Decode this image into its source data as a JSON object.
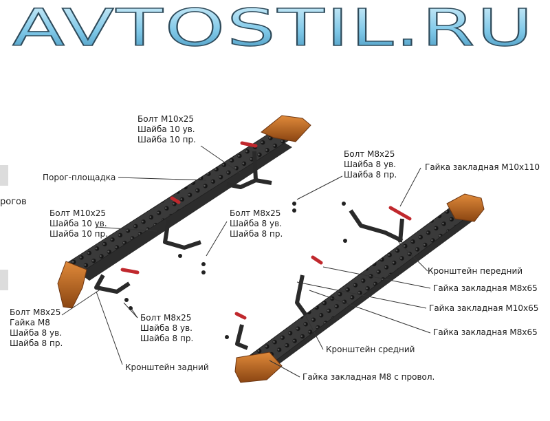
{
  "header": {
    "site_title": "AVTOSTIL.RU"
  },
  "side_fragment": {
    "text": "рогов"
  },
  "labels": {
    "bolt_top": [
      "Болт М10х25",
      "Шайба 10 ув.",
      "Шайба 10 пр."
    ],
    "porog": "Порог-площадка",
    "bolt_left_mid": [
      "Болт М10х25",
      "Шайба 10 ув.",
      "Шайба 10 пр."
    ],
    "bolt_center": [
      "Болт М8х25",
      "Шайба 8 ув.",
      "Шайба 8 пр."
    ],
    "bolt_right_top": [
      "Болт М8х25",
      "Шайба 8 ув.",
      "Шайба 8 пр."
    ],
    "nut_m10x110": "Гайка закладная М10х110",
    "bolt_left_bottom": [
      "Болт М8х25",
      "Гайка М8",
      "Шайба 8 ув.",
      "Шайба 8 пр."
    ],
    "bolt_bottom_center": [
      "Болт М8х25",
      "Шайба 8 ув.",
      "Шайба 8 пр."
    ],
    "bracket_rear": "Кронштейн задний",
    "bracket_front": "Кронштейн передний",
    "nut_m8x65_a": "Гайка закладная М8х65",
    "nut_m10x65": "Гайка закладная М10х65",
    "nut_m8x65_b": "Гайка закладная М8х65",
    "bracket_middle": "Кронштейн средний",
    "nut_m8_wire": "Гайка закладная М8 с провол."
  },
  "colors": {
    "title_fill": "#7fc8e8",
    "title_stroke": "#2e4a5a",
    "step_body": "#3a3a3a",
    "step_dots": "#161616",
    "end_cap": "#c66a1e",
    "bracket": "#2a2a2a",
    "red_part": "#c0282d",
    "leader": "#333333"
  }
}
